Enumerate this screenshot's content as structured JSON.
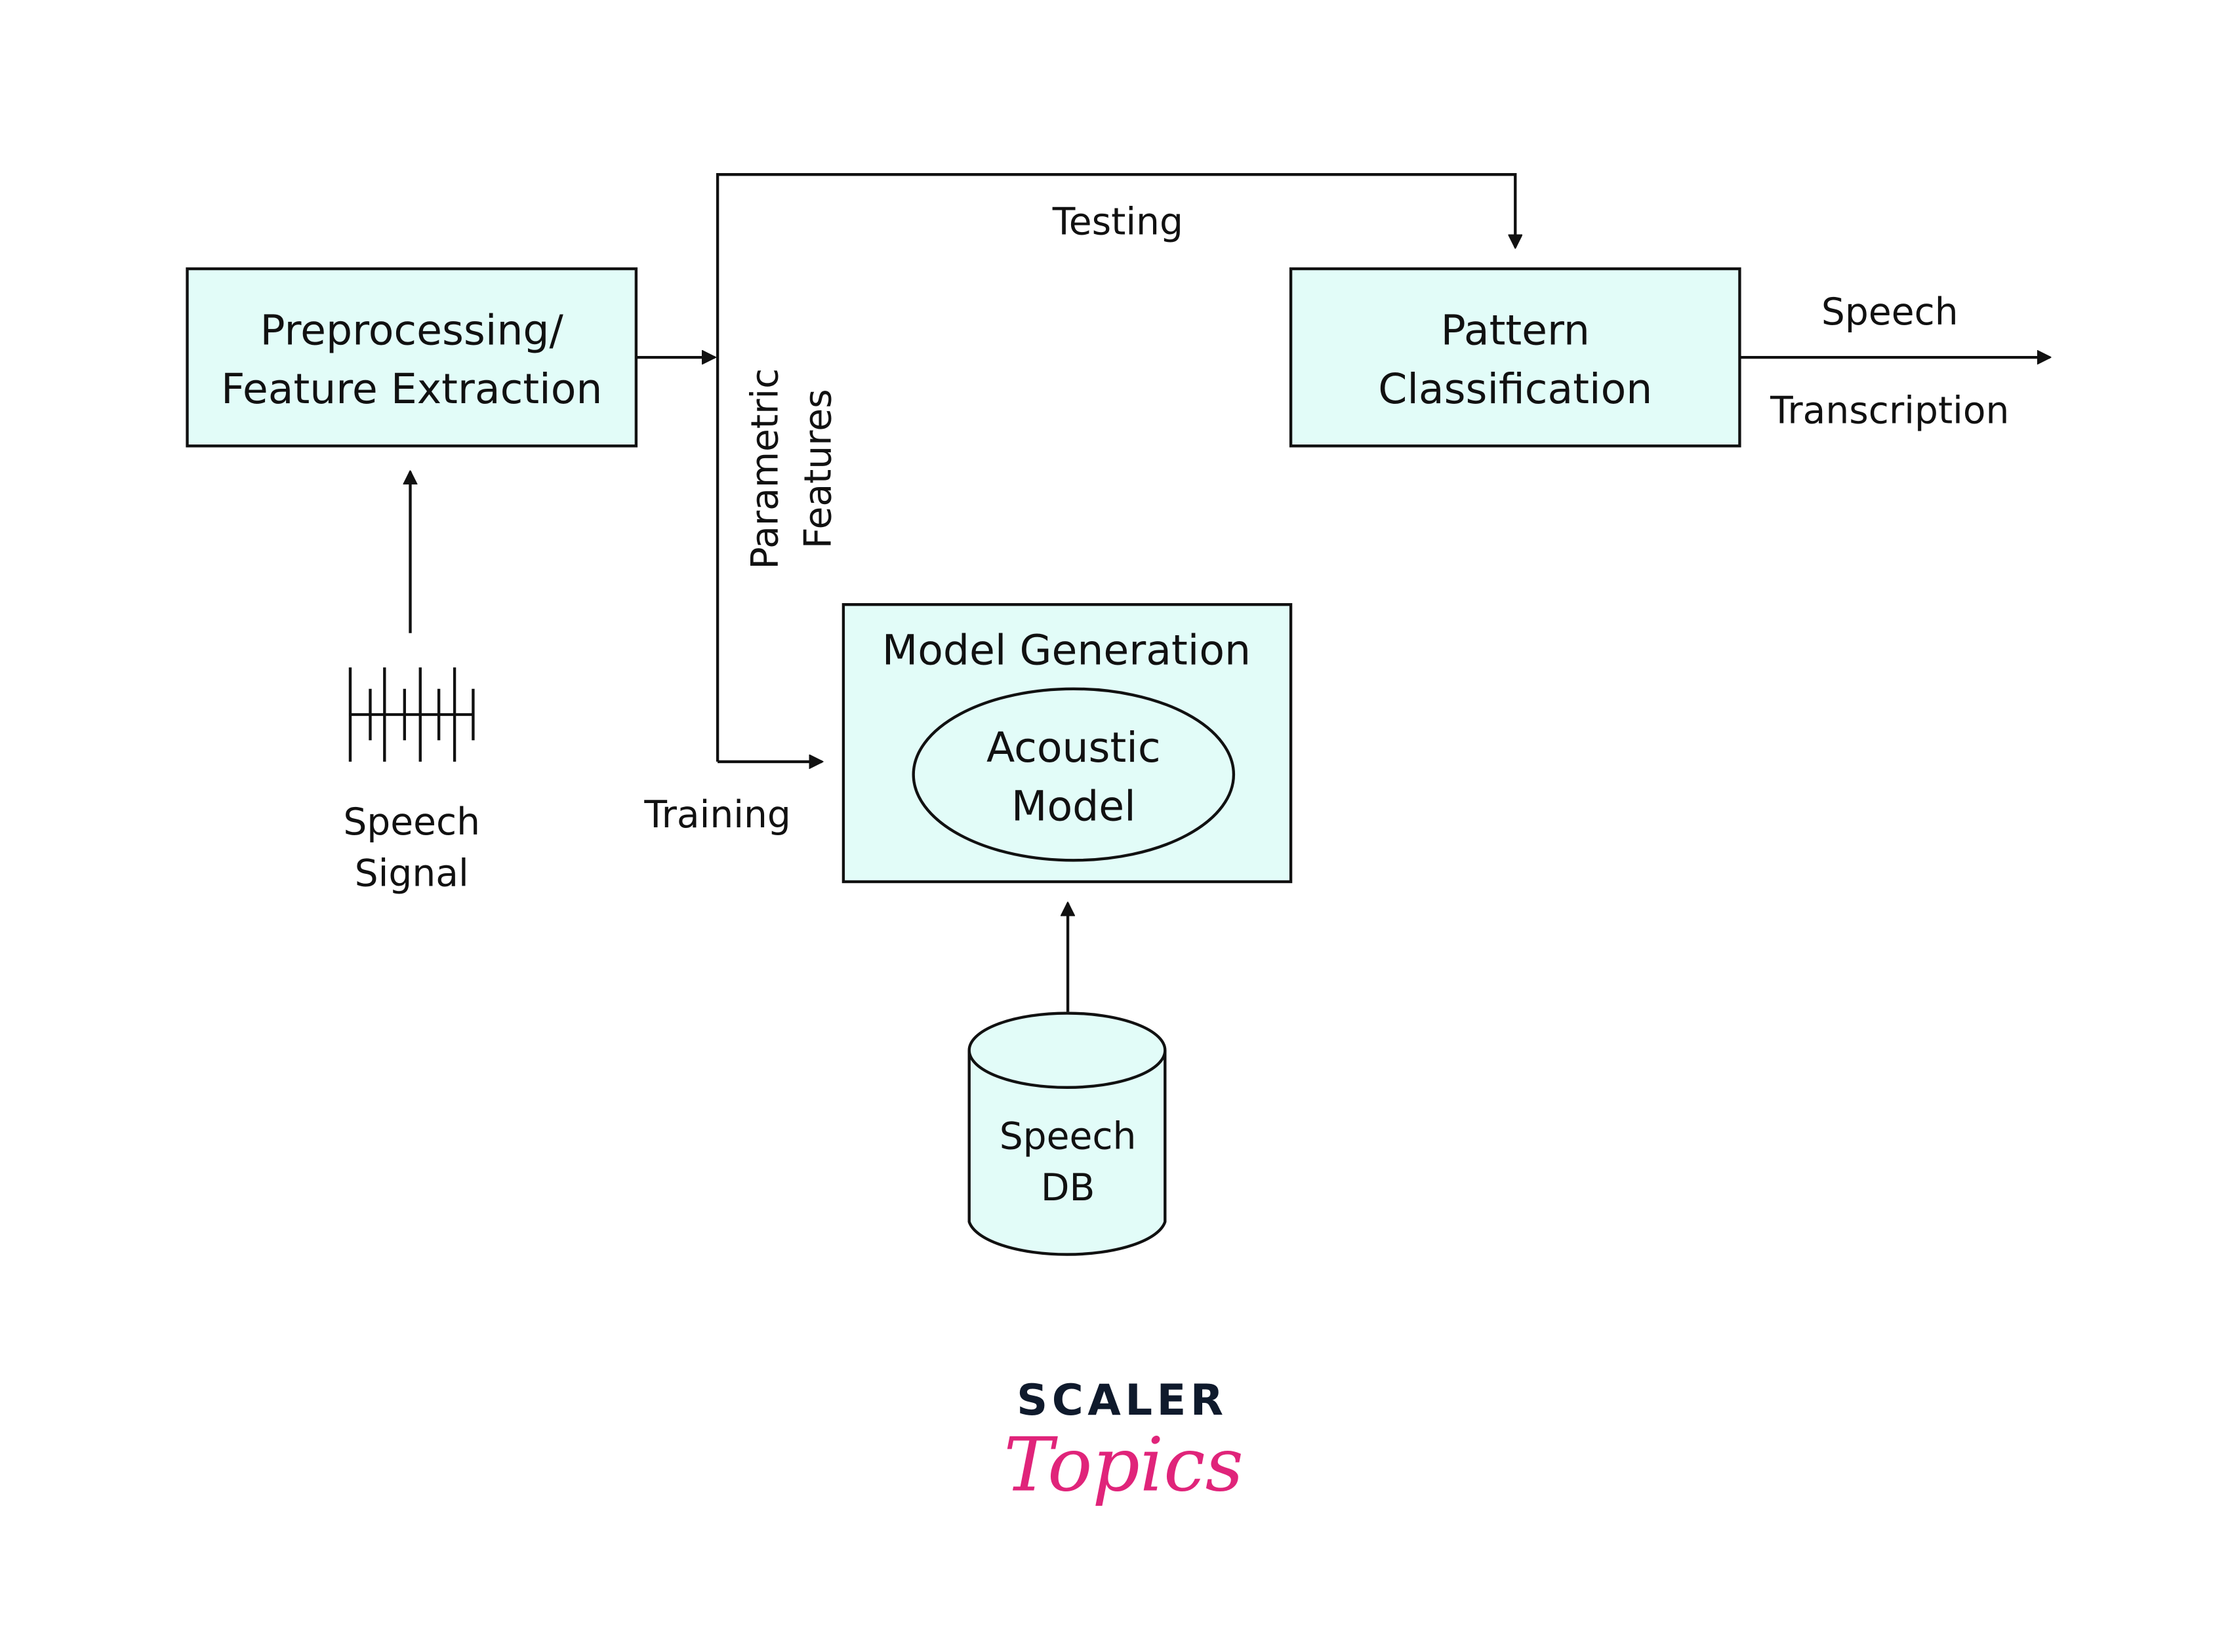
{
  "diagram": {
    "preprocessing": {
      "line1": "Preprocessing/",
      "line2": "Feature Extraction"
    },
    "pattern": {
      "line1": "Pattern",
      "line2": "Classification"
    },
    "model_generation": {
      "title": "Model Generation",
      "acoustic_line1": "Acoustic",
      "acoustic_line2": "Model"
    },
    "speech_db": {
      "line1": "Speech",
      "line2": "DB"
    },
    "speech_signal": {
      "line1": "Speech",
      "line2": "Signal"
    },
    "labels": {
      "testing": "Testing",
      "training": "Training",
      "parametric": "Parametric",
      "features": "Features",
      "output_line1": "Speech",
      "output_line2": "Transcription"
    },
    "icons": {
      "signal": "speech-waveform-icon",
      "database": "database-cylinder-icon"
    }
  },
  "logo": {
    "brand": "SCALER",
    "product": "Topics",
    "brand_color": "#0f1a2c",
    "product_color": "#e0247a"
  },
  "colors": {
    "box_fill": "#e2fcf8",
    "stroke": "#111111"
  }
}
